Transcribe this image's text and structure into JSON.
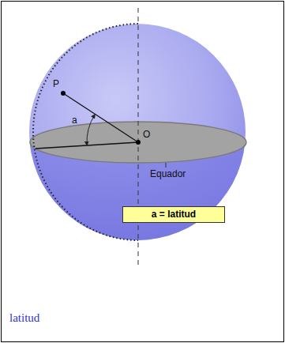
{
  "diagram": {
    "caption": "latitud",
    "nodes": [
      {
        "text": [
          "a = latitud"
        ]
      }
    ],
    "labels": [
      "P",
      "a",
      "O",
      "Equador"
    ]
  }
}
